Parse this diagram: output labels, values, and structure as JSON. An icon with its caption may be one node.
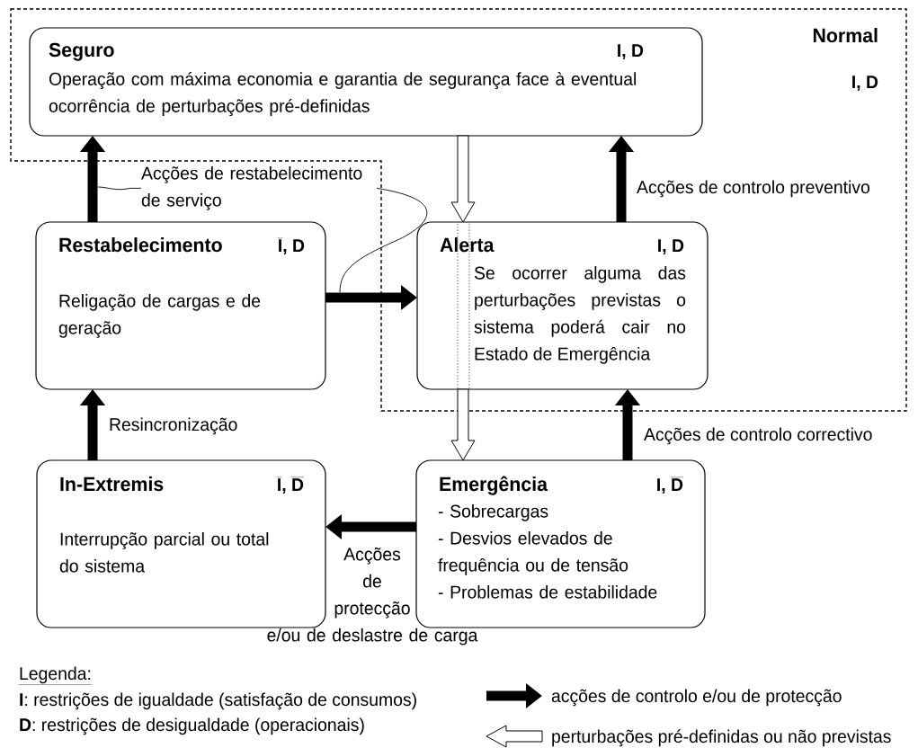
{
  "diagram": {
    "nodes": [
      {
        "text": [
          "Normal",
          "I, D"
        ]
      },
      {
        "text": [
          "Seguro",
          "\\textbf{I, D}",
          "Operação com máxima economia e garantia de segurança face à eventual ocorrência de perturbações pré-definidas"
        ],
        "in": 0
      },
      {
        "text": [
          "Acções de restabelecimento de serviço"
        ]
      },
      {
        "text": [
          "Restabelecimento",
          "\\overline{\\textbf{I}}\\textbf{, D}",
          "Religação de cargas e de geração"
        ]
      },
      {
        "text": [
          "Alerta",
          "\\textbf{I, D}",
          "Se ocorrer alguma das perturbações previstas o sistema poderá cair no Estado de Emergência"
        ],
        "in": 0
      },
      {
        "text": [
          "In-Extremis",
          "\\overline{\\textbf{I}}\\textbf{, }\\overline{\\textbf{D}}",
          "Interrupção parcial ou total do sistema"
        ]
      },
      {
        "text": [
          "Emergência",
          "\\textbf{I, }\\overline{\\textbf{D}}",
          "- Sobrecargas",
          "- Desvios elevados de frequência ou de tensão",
          "- Problemas de estabilidade"
        ]
      }
    ],
    "edges": [
      {
        "from": 3,
        "to": 1,
        "arrow": "to"
      },
      {
        "from": 1,
        "to": 4,
        "arrow": "to",
        "color": "#ffffff"
      },
      {
        "from": 4,
        "to": 1,
        "arrow": "to",
        "label": "Acções de controlo preventivo"
      },
      {
        "from": 2,
        "to": null,
        "arrow": "none"
      },
      {
        "from": 2,
        "to": null,
        "arrow": "none"
      },
      {
        "from": 3,
        "to": 4,
        "arrow": "to"
      },
      {
        "from": 4,
        "to": 6,
        "arrow": "to",
        "color": "#ffffff"
      },
      {
        "from": 6,
        "to": 4,
        "arrow": "to",
        "label": "Acções de controlo correctivo"
      },
      {
        "from": 5,
        "to": 3,
        "arrow": "to",
        "label": "Resincronização"
      },
      {
        "from": 6,
        "to": 5,
        "arrow": "to",
        "label": "Acções de protecção e/ou de deslastre de carga"
      }
    ],
    "labels": [
      "Legenda:",
      "**I**: restrições de igualdade (satisfação de consumos)",
      "**D**: restrições de desigualdade (operacionais)"
    ],
    "legend": [
      {
        "text": "acções de controlo e/ou de protecção"
      },
      {
        "text": "perturbações pré-definidas ou não previstas"
      }
    ]
  }
}
